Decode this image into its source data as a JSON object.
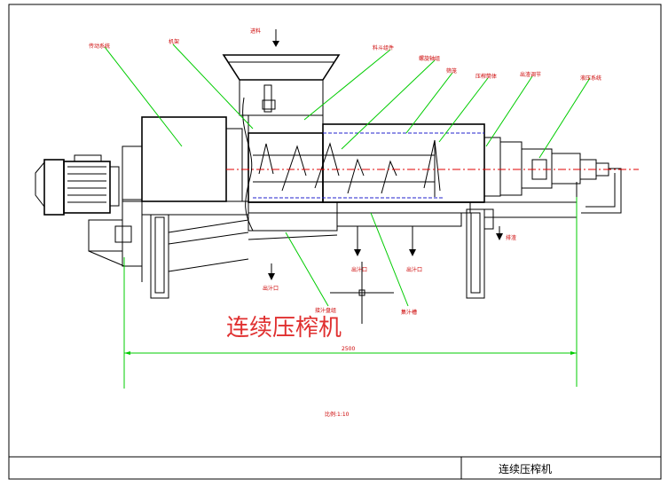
{
  "drawing": {
    "title_block": "连续压榨机",
    "main_title": "连续压榨机",
    "scale": "比例:1:10",
    "dimension": "2500"
  },
  "labels": {
    "motor_reducer": "传动系统",
    "frame": "机架",
    "feed": "进料",
    "feed_hopper": "料斗组件",
    "screw_shaft": "螺旋轴组",
    "screen": "筛笼",
    "press_cylinder": "压榨筒体",
    "discharge_ring": "出渣调节",
    "hydraulic": "液压系统",
    "juice_outlet_1": "出汁口",
    "juice_outlet_2": "出汁口",
    "juice_outlet_3": "出汁口",
    "juice_tray": "接汁盘组",
    "slag_out": "排渣",
    "juice_tank": "集汁槽"
  },
  "colors": {
    "leader": "#00cc00",
    "label": "#cc0000",
    "centerline": "#e00000",
    "screen": "#2020cc"
  }
}
